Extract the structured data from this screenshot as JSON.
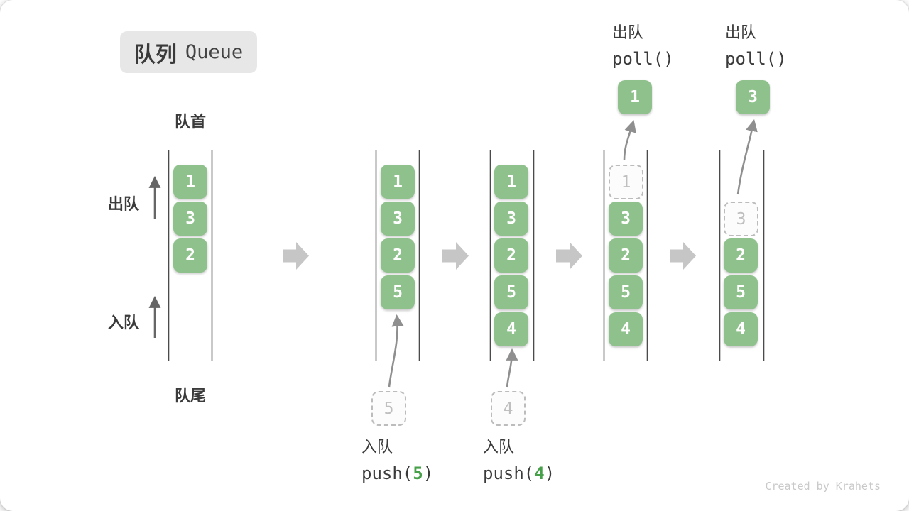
{
  "title": {
    "zh": "队列",
    "en": "Queue"
  },
  "labels": {
    "front": "队首",
    "rear": "队尾",
    "dequeue": "出队",
    "enqueue": "入队"
  },
  "states": {
    "s1": {
      "cells": [
        "1",
        "3",
        "2"
      ]
    },
    "s2": {
      "cells": [
        "1",
        "3",
        "2",
        "5"
      ],
      "incoming": "5",
      "op": {
        "zh": "入队",
        "pre": "push(",
        "arg": "5",
        "post": ")"
      }
    },
    "s3": {
      "cells": [
        "1",
        "3",
        "2",
        "5",
        "4"
      ],
      "incoming": "4",
      "op": {
        "zh": "入队",
        "pre": "push(",
        "arg": "4",
        "post": ")"
      }
    },
    "s4": {
      "removed": "1",
      "cells": [
        "3",
        "2",
        "5",
        "4"
      ],
      "out": "1",
      "op": {
        "zh": "出队",
        "code": "poll()"
      }
    },
    "s5": {
      "removed": "3",
      "cells": [
        "2",
        "5",
        "4"
      ],
      "out": "3",
      "op": {
        "zh": "出队",
        "code": "poll()"
      }
    }
  },
  "watermark": "Created by Krahets",
  "colors": {
    "cell_green": "#8fc18c",
    "accent_green": "#46a049",
    "label_dark": "#3b3b3b",
    "wall_line": "#4b4b4b",
    "block_arrow_gray": "#c6c6c6",
    "curve_arrow_gray": "#8f8f8f",
    "dashed_gray": "#bcbcbc",
    "badge_bg": "#e7e7e7"
  }
}
